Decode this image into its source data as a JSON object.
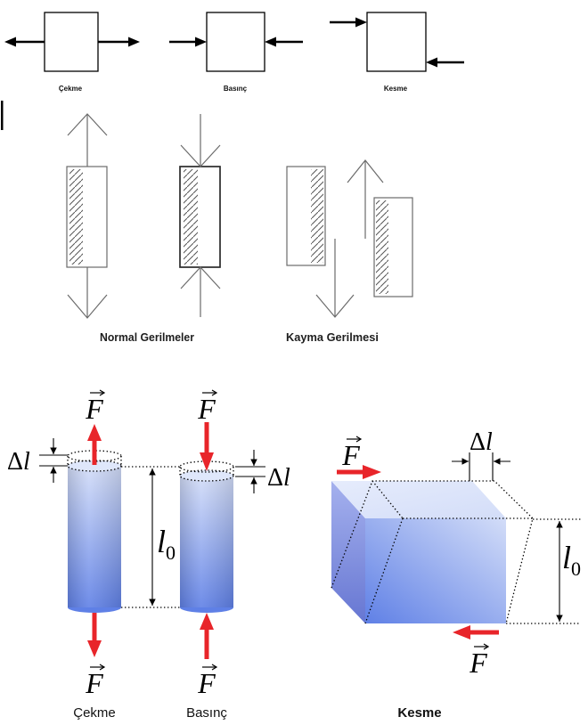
{
  "top_row": {
    "tension": {
      "label": "Çekme"
    },
    "compression": {
      "label": "Basınç"
    },
    "shear": {
      "label": "Kesme"
    }
  },
  "stress_sketch": {
    "normal_label": "Normal Gerilmeler",
    "shear_label": "Kayma Gerilmesi"
  },
  "deformation": {
    "tension_label": "Çekme",
    "compression_label": "Basınç",
    "shear_label": "Kesme"
  },
  "symbols": {
    "force": "F",
    "delta": "Δ",
    "length": "l",
    "initial_subscript": "0"
  },
  "colors": {
    "force_arrow": "#e8252a",
    "body_light": "#d3ddf8",
    "body_dark": "#5f80e6",
    "body_shadow": "#6676d2",
    "sketch_line": "#6b6b6b",
    "outline": "#000000"
  }
}
